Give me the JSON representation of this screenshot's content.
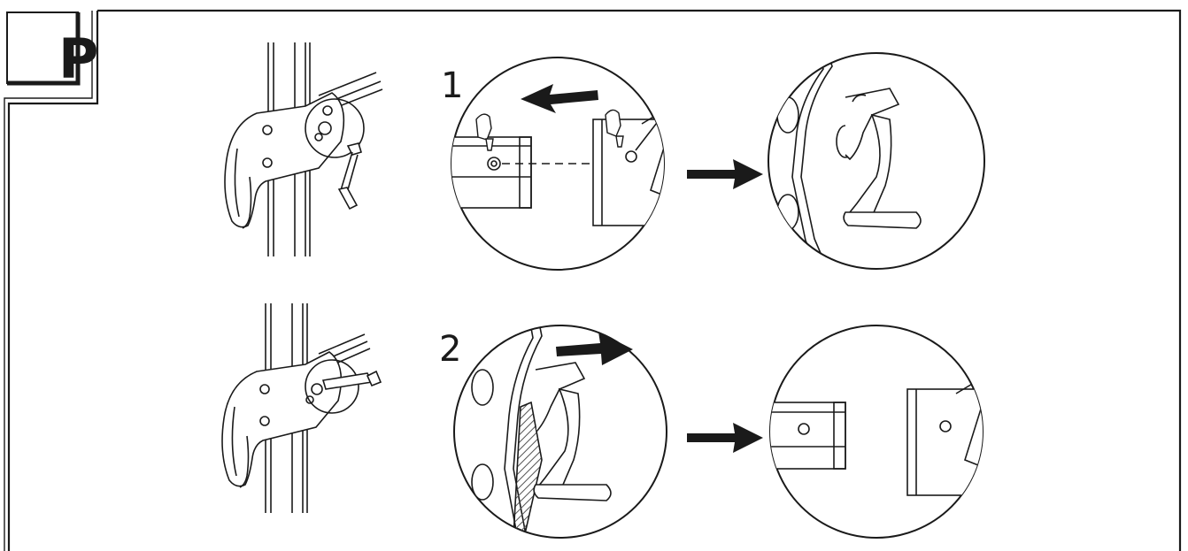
{
  "header": {
    "section_letter": "P"
  },
  "steps": [
    {
      "number": "1",
      "direction": "left"
    },
    {
      "number": "2",
      "direction": "right"
    }
  ],
  "colors": {
    "ink": "#1a1a1a",
    "paper": "#ffffff",
    "hatch": "#555555"
  }
}
